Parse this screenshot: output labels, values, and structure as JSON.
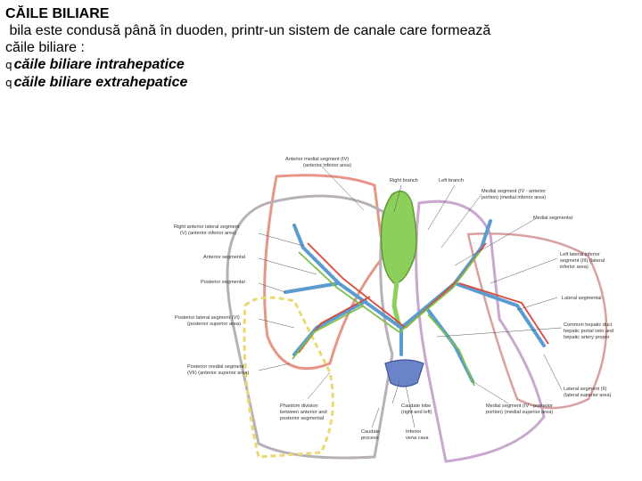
{
  "slide": {
    "title": "CĂILE BILIARE",
    "line1": " bila este condusă până în duoden, printr-un sistem de canale care formează",
    "line2": "căile biliare :",
    "bullets": [
      {
        "marker": "q",
        "text": "căile biliare intrahepatice"
      },
      {
        "marker": "q",
        "text": "căile biliare extrahepatice"
      }
    ]
  },
  "figure": {
    "labels": {
      "anterior_medial": "Anterior medial segment (IV)",
      "anterior_medial_sub": "(anterior inferior area)",
      "right_branch": "Right branch",
      "left_branch": "Left branch",
      "medial_segment_iv": "Medial segment (IV - anterior",
      "medial_segment_iv_sub": "portion) (medial inferior area)",
      "medial_segmental": "Medial segmental",
      "right_anterior_lateral": "Right anterior lateral segment",
      "right_anterior_lateral_sub": "(V) (anterior inferior area)",
      "anterior_segmental": "Anterior segmental",
      "posterior_segmental": "Posterior segmental",
      "left_lateral_inferior": "Left lateral inferior",
      "left_lateral_inferior_2": "segment (III) (lateral",
      "left_lateral_inferior_3": "inferior area)",
      "lateral_segmental": "Lateral segmental",
      "posterior_lateral": "Posterior lateral segment (VI)",
      "posterior_lateral_sub": "(posterior superior area)",
      "common_hepatic": "Common hepatic duct",
      "common_hepatic_2": "hepatic portal vein and",
      "common_hepatic_3": "hepatic artery proper",
      "posterior_medial": "Posterior medial segment",
      "posterior_medial_sub": "(VII) (anterior superior area)",
      "lateral_segment_ii": "Lateral segment (II)",
      "lateral_segment_ii_sub": "(lateral superior area)",
      "phantom": "Phantom division",
      "phantom_2": "between anterior and",
      "phantom_3": "posterior segmental",
      "caudate_lobe": "Caudate lobe",
      "caudate_lobe_2": "(right and left)",
      "medial_segment_iv_post": "Medial segment (IV - posterior",
      "medial_segment_iv_post_2": "portion) (medial superior area)",
      "caudate_process": "Caudate",
      "caudate_process_2": "process",
      "inferior_vena_cava": "Inferior",
      "inferior_vena_cava_2": "vena cava"
    }
  }
}
